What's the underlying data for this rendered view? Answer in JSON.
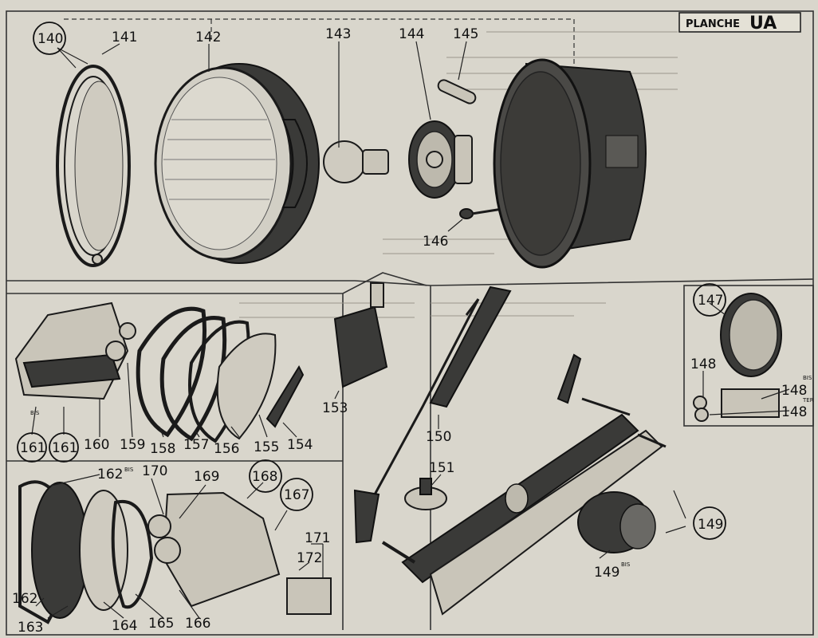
{
  "plate": {
    "prefix": "PLANCHE",
    "code": "UA"
  },
  "labels": {
    "n140": "140",
    "n141": "141",
    "n142": "142",
    "n143": "143",
    "n144": "144",
    "n145": "145",
    "n146": "146",
    "n147": "147",
    "n148a": "148",
    "n148b": "148",
    "n148c": "148",
    "n149a": "149",
    "n149b": "149",
    "n150": "150",
    "n151": "151",
    "n153": "153",
    "n154": "154",
    "n155": "155",
    "n156": "156",
    "n157": "157",
    "n158": "158",
    "n159": "159",
    "n160": "160",
    "n161a": "161",
    "n161b": "161",
    "n162a": "162",
    "n162b": "162",
    "n163": "163",
    "n164": "164",
    "n165": "165",
    "n166": "166",
    "n167": "167",
    "n168": "168",
    "n169": "169",
    "n170": "170",
    "n171": "171",
    "n172": "172",
    "bis": "BIS",
    "ter": "TER"
  }
}
